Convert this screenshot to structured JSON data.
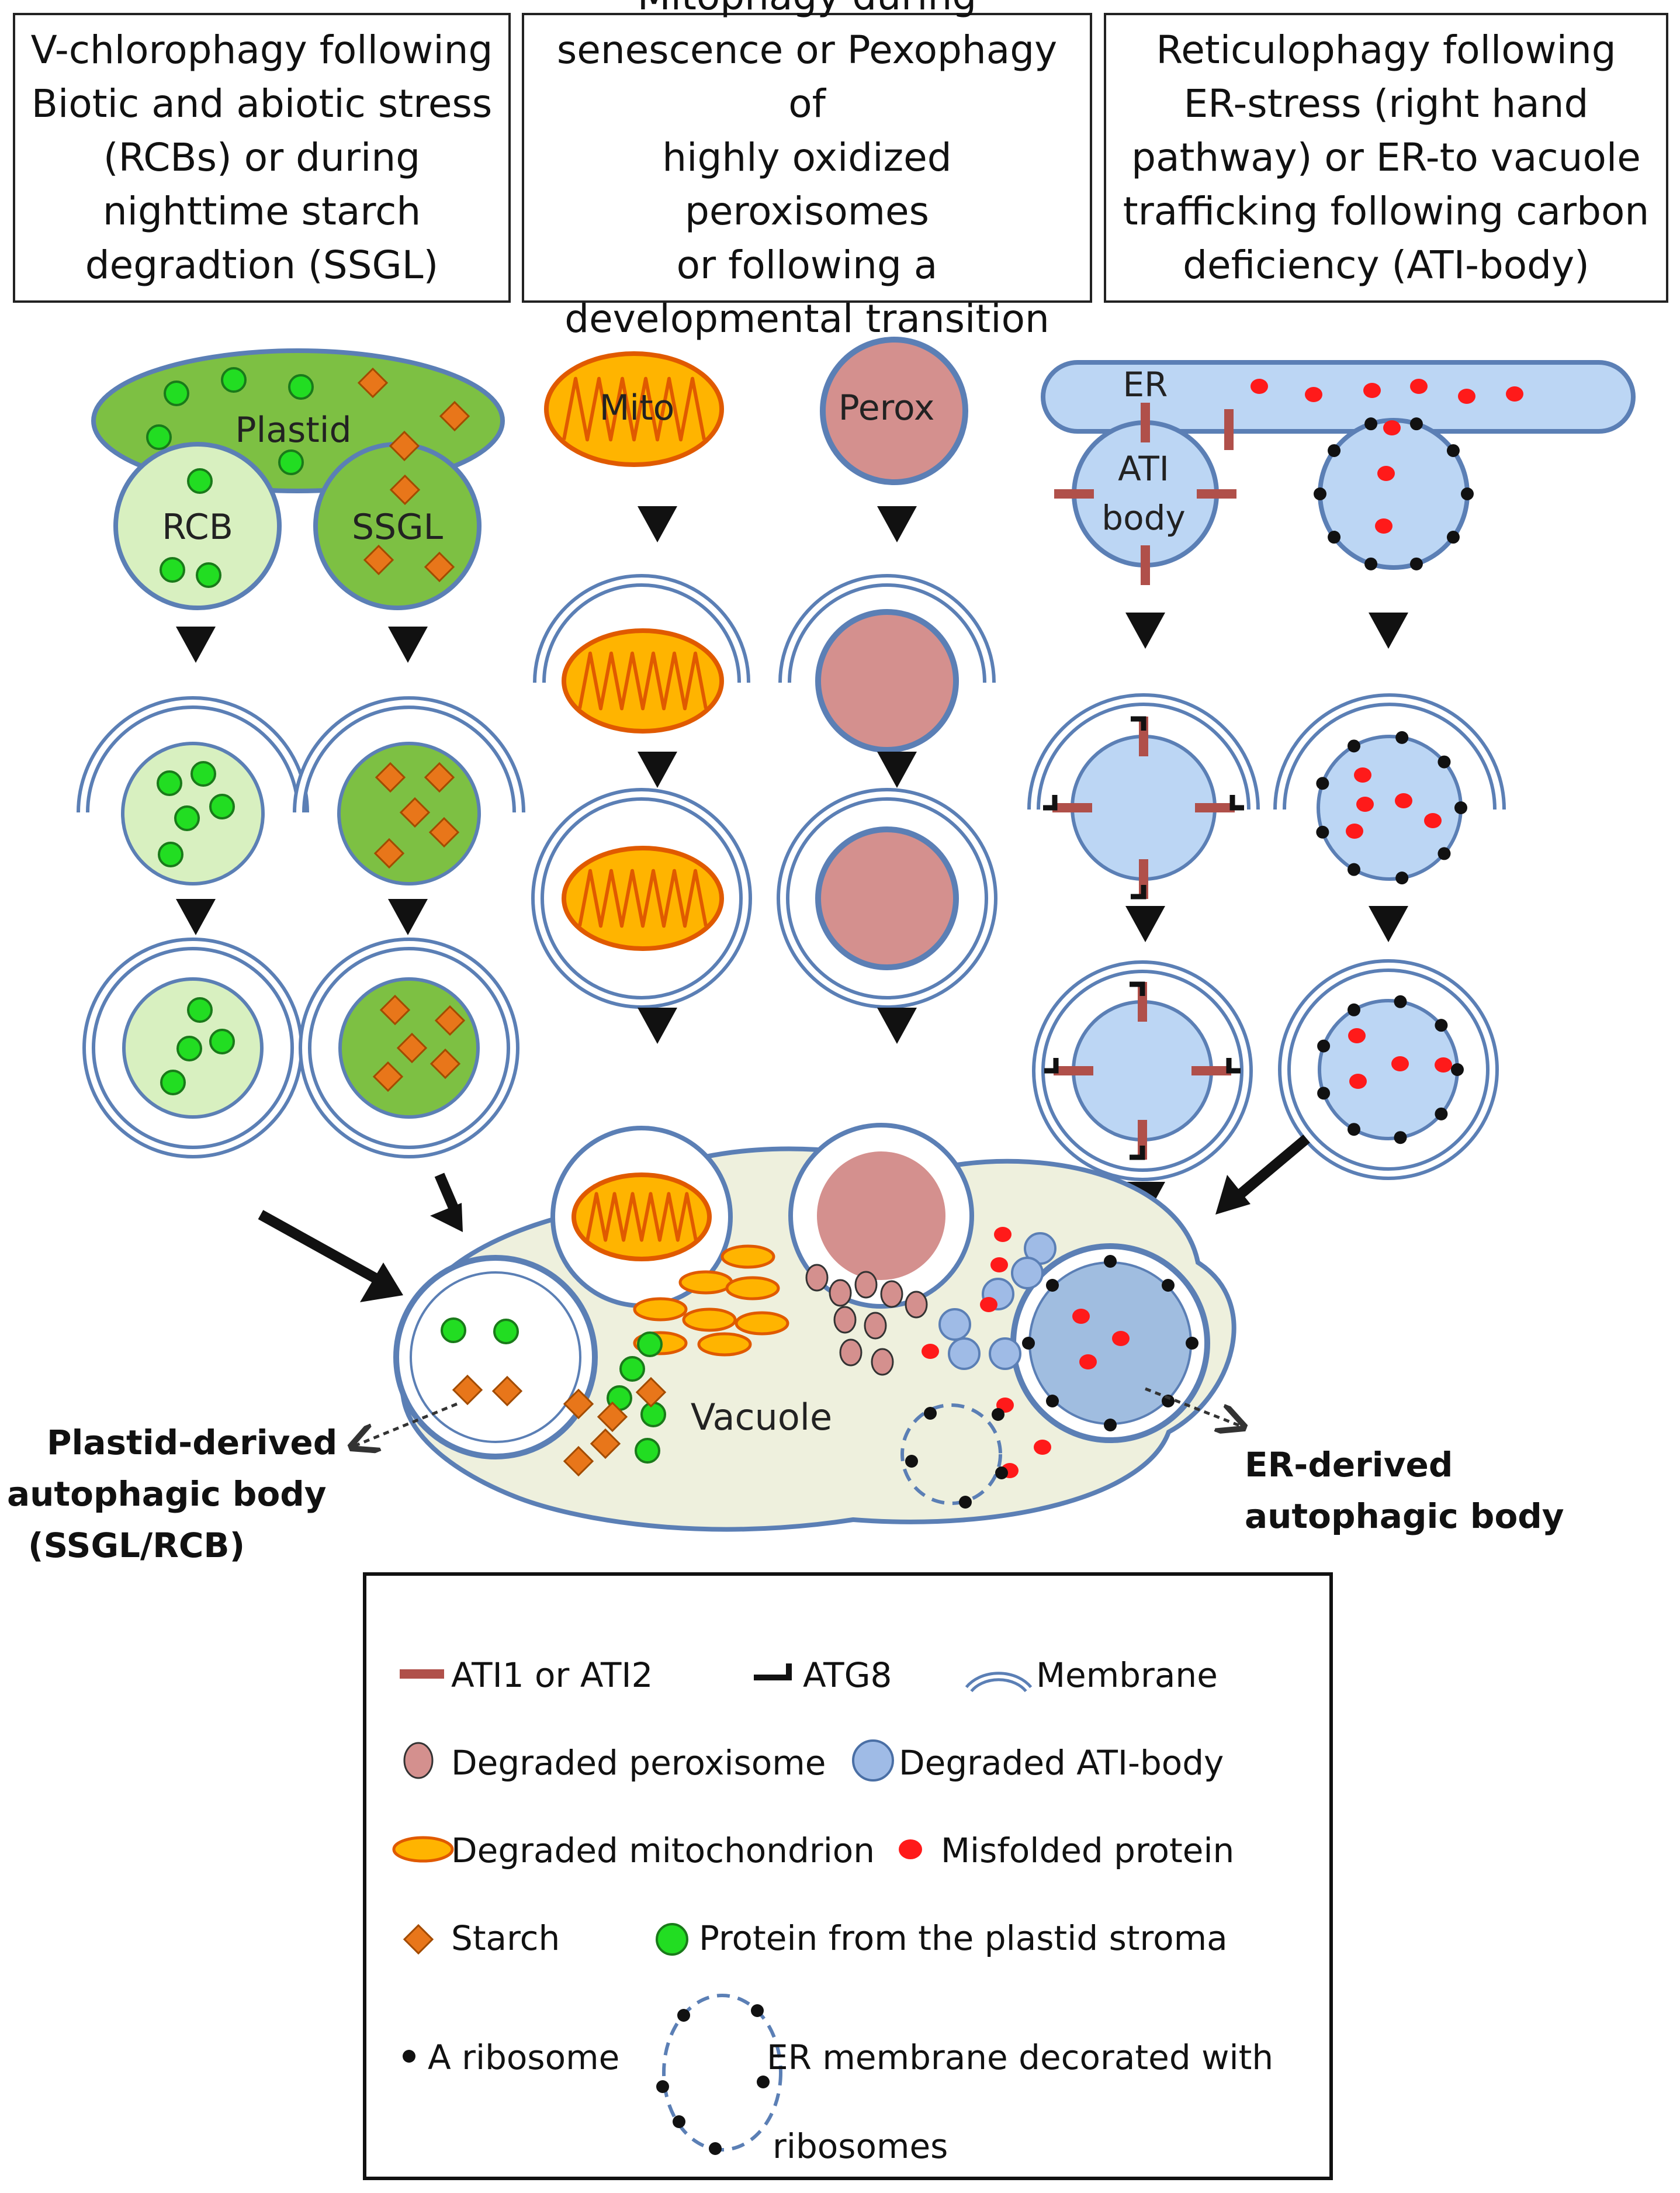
{
  "headers": [
    [
      "V-chlorophagy following",
      "Biotic and abiotic stress",
      "(RCBs) or during",
      "nighttime starch",
      "degradtion (SSGL)"
    ],
    [
      "Mitophagy during",
      "senescence or Pexophagy of",
      "highly oxidized peroxisomes",
      "or following a",
      "developmental transition"
    ],
    [
      "Reticulophagy following",
      "ER-stress (right hand",
      "pathway) or ER-to vacuole",
      "trafficking following carbon",
      "deficiency (ATI-body)"
    ]
  ],
  "labels": {
    "plastid": "Plastid",
    "rcb": "RCB",
    "ssgl": "SSGL",
    "mito": "Mito",
    "perox": "Perox",
    "er": "ER",
    "ati_line1": "ATI",
    "ati_line2": "body",
    "vacuole": "Vacuole"
  },
  "callouts": {
    "plastid_derived": [
      "Plastid-derived",
      "autophagic body",
      "(SSGL/RCB)"
    ],
    "er_derived": [
      "ER-derived",
      "autophagic body"
    ]
  },
  "legend": {
    "ati": "ATI1 or ATI2",
    "atg8": "ATG8",
    "membrane": "Membrane",
    "deg_perox": "Degraded peroxisome",
    "deg_ati": "Degraded ATI-body",
    "deg_mito": "Degraded mitochondrion",
    "misfolded": "Misfolded protein",
    "starch": "Starch",
    "stroma": "Protein from the plastid stroma",
    "ribosome": "A ribosome",
    "er_membrane_1": "ER membrane decorated with",
    "er_membrane_2": "ribosomes"
  },
  "colors": {
    "membrane": "#5b7fb5",
    "plastid": "#7dc043",
    "rcb_light": "#d8f0c0",
    "protein_green": "#22dd22",
    "starch": "#e8761a",
    "mito_fill": "#ffb400",
    "mito_outline": "#e05a00",
    "perox": "#d4908e",
    "er_fill": "#bcd6f4",
    "ati_bar": "#b0504a",
    "misfolded": "#ff1a1a",
    "vacuole": "#eef0dd"
  }
}
